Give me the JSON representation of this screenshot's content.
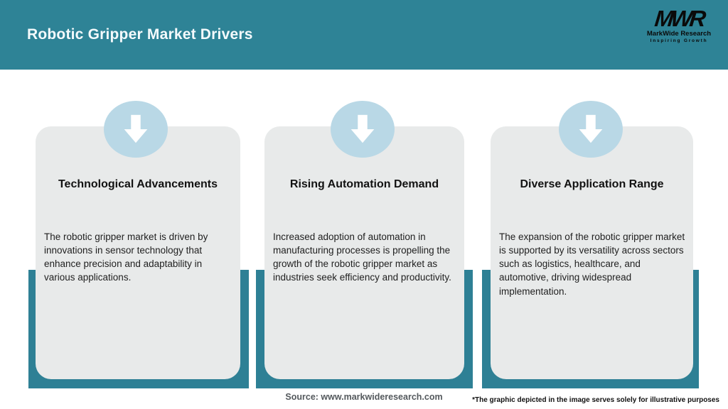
{
  "header": {
    "title": "Robotic Gripper Market Drivers",
    "logo": {
      "acronym": "MWR",
      "name": "MarkWide Research",
      "tagline": "Inspiring Growth"
    }
  },
  "cards": [
    {
      "icon": "down-arrow-icon",
      "title": "Technological Advancements",
      "body": "The robotic gripper market is driven by innovations in sensor technology that enhance precision and adaptability in various applications."
    },
    {
      "icon": "down-arrow-icon",
      "title": "Rising Automation Demand",
      "body": "Increased adoption of automation in manufacturing processes is propelling the growth of the robotic gripper market as industries seek efficiency and productivity."
    },
    {
      "icon": "down-arrow-icon",
      "title": "Diverse Application Range",
      "body": "The expansion of the robotic gripper market is supported by its versatility across sectors such as logistics, healthcare, and automotive, driving widespread implementation."
    }
  ],
  "footer": {
    "source_label": "Source: www.markwideresearch.com",
    "disclaimer": "*The graphic depicted in the image serves solely for illustrative purposes"
  },
  "colors": {
    "header_teal": "#2E8396",
    "frame_teal": "#2E8095",
    "card_bg": "#E8EAEA",
    "circle_blue": "#B9D8E6",
    "title_text": "#121212",
    "body_text": "#1F1F1F",
    "source_text": "#54595D"
  }
}
